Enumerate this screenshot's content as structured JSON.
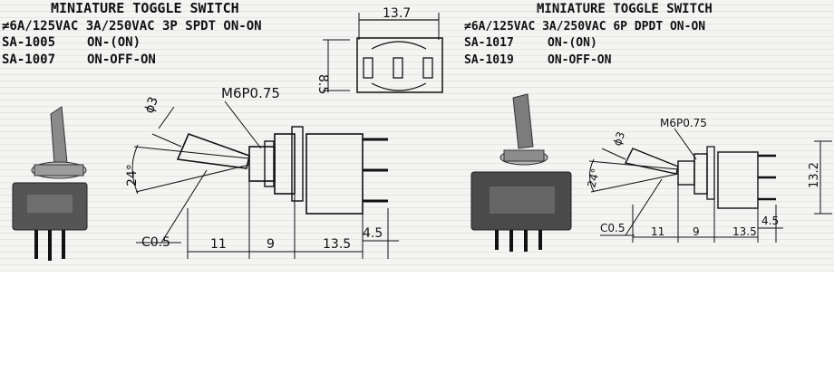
{
  "left": {
    "title": "MINIATURE TOGGLE SWITCH",
    "rating": "≠6A/125VAC 3A/250VAC 3P SPDT ON-ON",
    "models": [
      {
        "code": "SA-1005",
        "func": "ON-(ON)"
      },
      {
        "code": "SA-1007",
        "func": "ON-OFF-ON"
      }
    ],
    "body_width": "13.7",
    "body_height": "8.5",
    "thread": "M6P0.75",
    "lever_dia": "ϕ3",
    "angle": "24°",
    "chamfer": "C0.5",
    "dims": [
      "11",
      "9",
      "13.5",
      "4.5"
    ]
  },
  "right": {
    "title": "MINIATURE TOGGLE SWITCH",
    "rating": "≠6A/125VAC 3A/250VAC 6P DPDT ON-ON",
    "models": [
      {
        "code": "SA-1017",
        "func": "ON-(ON)"
      },
      {
        "code": "SA-1019",
        "func": "ON-OFF-ON"
      }
    ],
    "thread": "M6P0.75",
    "lever_dia": "ϕ3",
    "angle": "24°",
    "chamfer": "C0.5",
    "dims": [
      "11",
      "9",
      "13.5",
      "4.5"
    ],
    "side_height": "13.2"
  }
}
